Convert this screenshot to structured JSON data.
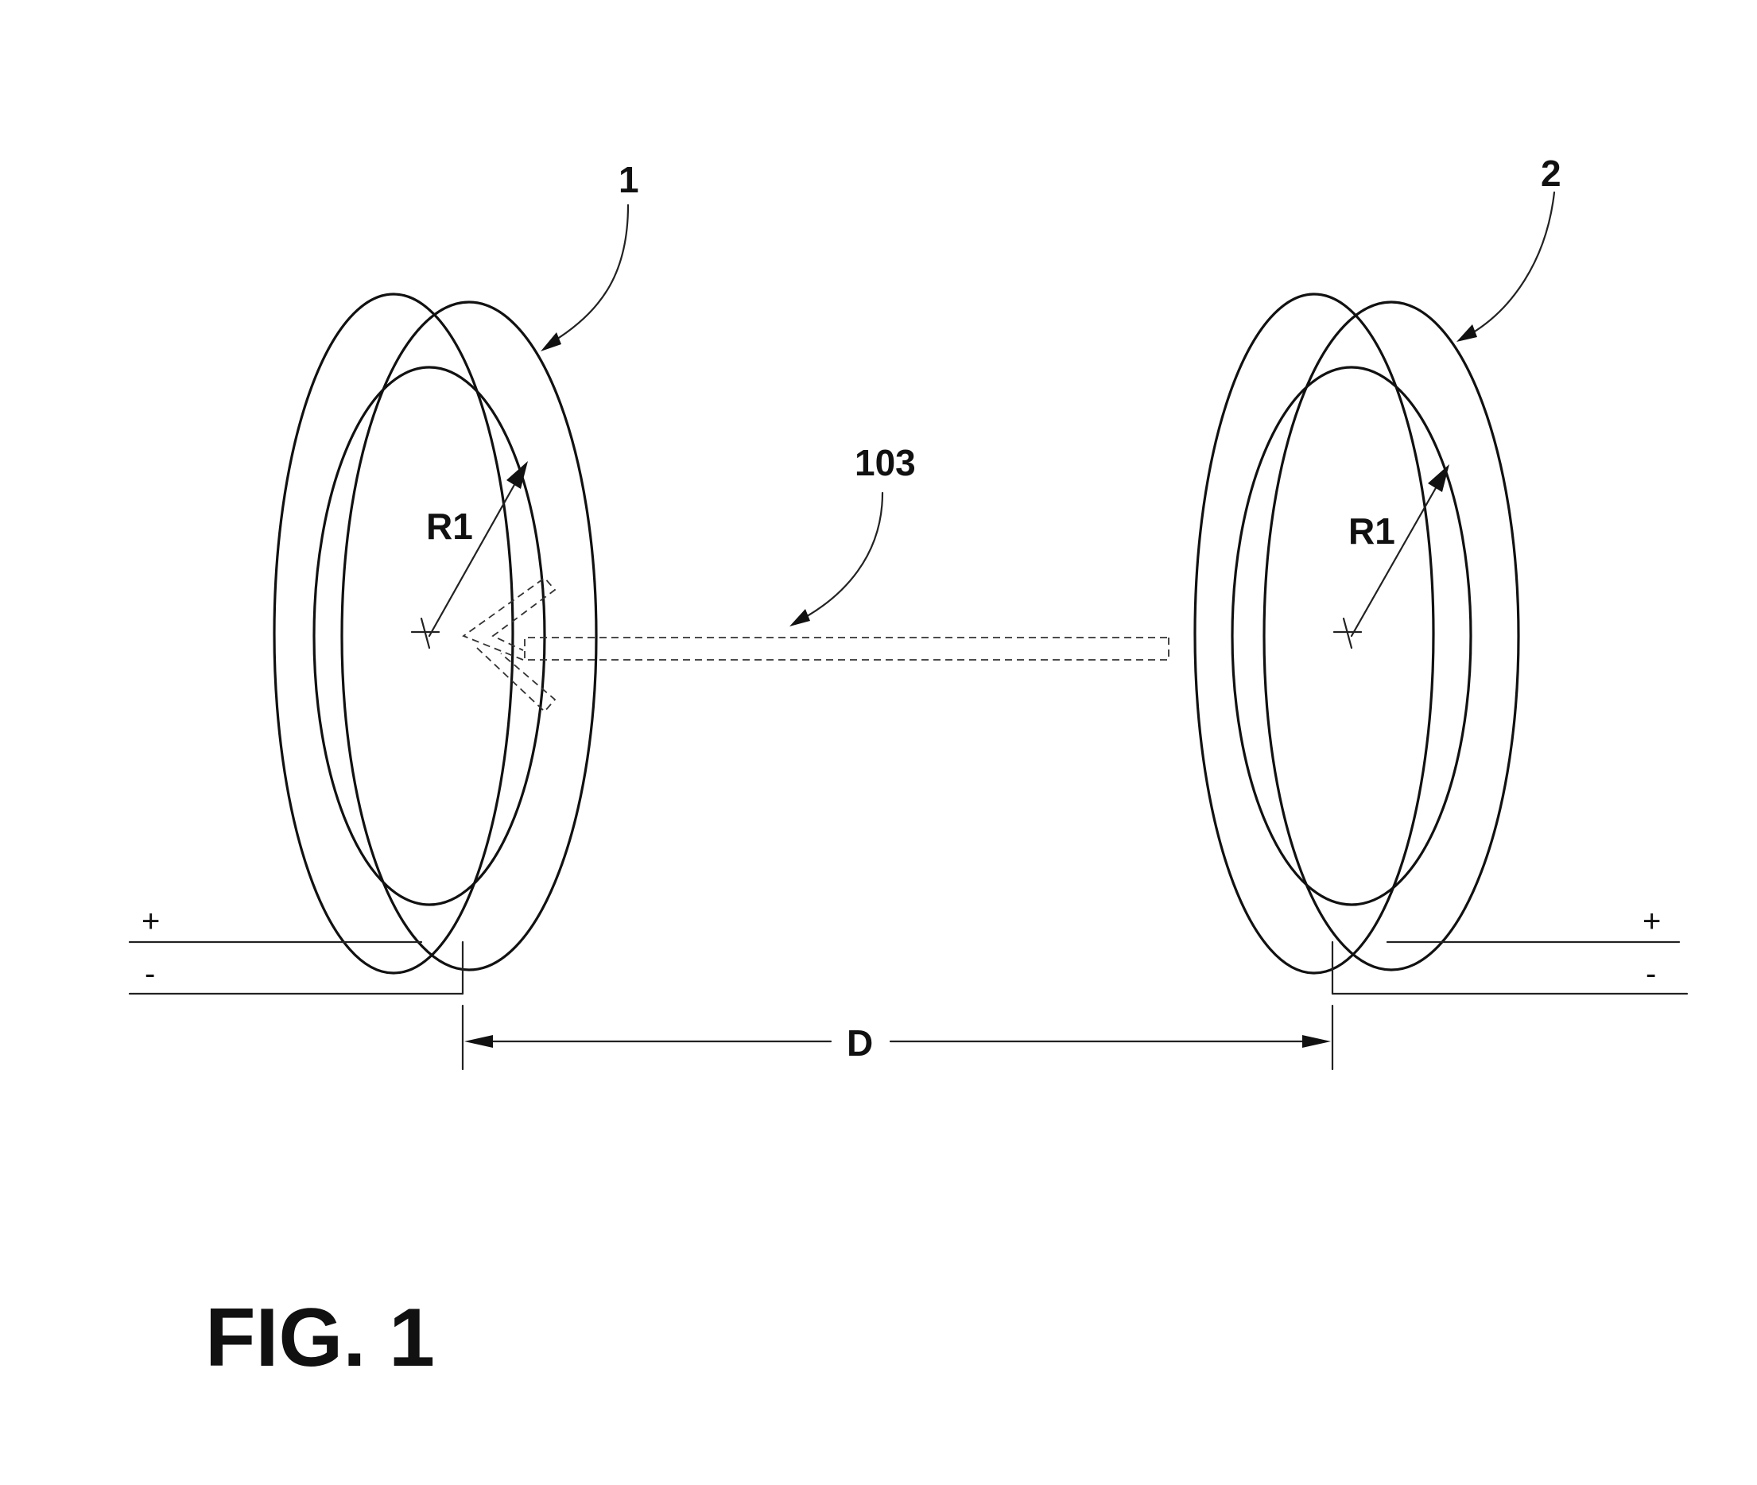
{
  "labels": {
    "coil_1": "1",
    "coil_2": "2",
    "axis": "103",
    "radius_1": "R1",
    "radius_2": "R1",
    "distance": "D",
    "plus_left": "+",
    "minus_left": "-",
    "plus_right": "+",
    "minus_right": "-",
    "figure_caption": "FIG. 1"
  },
  "colors": {
    "line": "#111111",
    "background": "#ffffff"
  }
}
